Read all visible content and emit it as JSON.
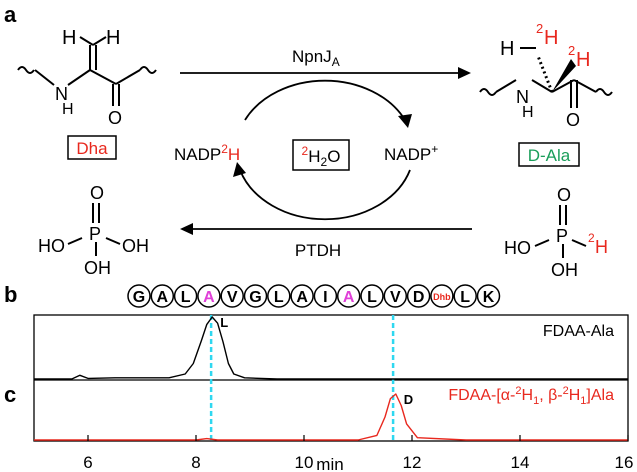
{
  "panel_labels": {
    "a": "a",
    "b": "b",
    "c": "c"
  },
  "reaction": {
    "substrate_atoms": {
      "h1": "H",
      "h2": "H",
      "nh": "N",
      "nh_h": "H",
      "o": "O"
    },
    "substrate_label": "Dha",
    "product_atoms": {
      "ch3_h": "H",
      "iso": "2",
      "d_top": "H",
      "d_mid": "H",
      "nh": "N",
      "nh_h": "H",
      "o": "O"
    },
    "product_label": "D-Ala",
    "enzyme_top": {
      "base": "NpnJ",
      "sub": "A"
    },
    "enzyme_bottom": "PTDH",
    "cofactor_left": {
      "pre": "NADP",
      "iso": "2",
      "atom": "H"
    },
    "cofactor_right": {
      "base": "NADP",
      "sup": "+"
    },
    "solvent": {
      "iso": "2",
      "h": "H",
      "sub": "2",
      "o": "O"
    },
    "phosphate_left": {
      "o_top": "O",
      "p": "P",
      "ho_l": "HO",
      "oh_r": "OH",
      "oh_b": "OH"
    },
    "phosphite_right": {
      "o_top": "O",
      "p": "P",
      "ho_l": "HO",
      "iso": "2",
      "h": "H",
      "oh_b": "OH"
    }
  },
  "peptide": {
    "residues": [
      "G",
      "A",
      "L",
      "A",
      "V",
      "G",
      "L",
      "A",
      "I",
      "A",
      "L",
      "V",
      "D",
      "Dhb",
      "L",
      "K"
    ],
    "highlight_indices": [
      3,
      9
    ],
    "colors": {
      "highlight": "#e040d8",
      "dhb": "#e8281e",
      "normal": "#000000"
    }
  },
  "chart_data": {
    "type": "line",
    "xlabel": "min",
    "xlim": [
      5,
      16
    ],
    "xticks": [
      6,
      8,
      10,
      12,
      14,
      16
    ],
    "series": [
      {
        "name": "FDAA-Ala",
        "color": "#000000",
        "x": [
          5.0,
          5.7,
          5.85,
          6.0,
          6.5,
          7.5,
          7.8,
          7.95,
          8.1,
          8.2,
          8.3,
          8.4,
          8.5,
          8.6,
          8.7,
          8.9,
          9.5,
          10.5,
          11.5,
          12.5,
          13.5,
          14.5,
          16.0
        ],
        "y": [
          0.0,
          0.0,
          0.06,
          0.01,
          0.02,
          0.02,
          0.08,
          0.25,
          0.62,
          0.88,
          1.0,
          0.9,
          0.6,
          0.25,
          0.08,
          0.02,
          0.0,
          0.0,
          0.0,
          0.0,
          0.0,
          0.0,
          0.0
        ],
        "peak_label": "L"
      },
      {
        "name": "FDAA-[α-²H₁, β-²H₁]Ala",
        "name_parts": {
          "pre": "FDAA-[α-",
          "iso1": "2",
          "mid1": "H",
          "sub1": "1",
          "mid2": ", β-",
          "iso2": "2",
          "mid3": "H",
          "sub2": "1",
          "post": "]Ala"
        },
        "color": "#e8281e",
        "x": [
          5.0,
          8.0,
          8.2,
          8.4,
          9.0,
          11.0,
          11.35,
          11.5,
          11.6,
          11.7,
          11.8,
          11.9,
          12.1,
          13.0,
          16.0
        ],
        "y": [
          0.0,
          0.0,
          0.03,
          0.0,
          0.0,
          0.0,
          0.1,
          0.5,
          0.9,
          1.0,
          0.75,
          0.35,
          0.05,
          0.0,
          0.0
        ],
        "peak_label": "D"
      }
    ],
    "markers": [
      {
        "x": 8.28,
        "label": "L"
      },
      {
        "x": 11.65,
        "label": "D"
      }
    ],
    "marker_color": "#2fd8f0"
  }
}
